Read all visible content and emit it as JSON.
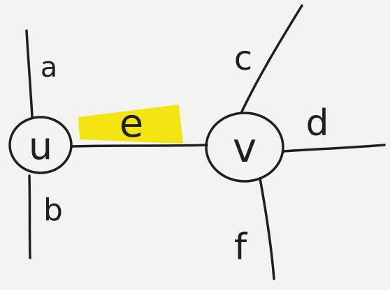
{
  "diagram": {
    "vertices": [
      {
        "id": "u",
        "label": "u"
      },
      {
        "id": "v",
        "label": "v"
      }
    ],
    "edges": [
      {
        "id": "e",
        "label": "e",
        "between": [
          "u",
          "v"
        ],
        "highlighted": true
      },
      {
        "id": "a",
        "label": "a",
        "attached_to": "u"
      },
      {
        "id": "b",
        "label": "b",
        "attached_to": "u"
      },
      {
        "id": "c",
        "label": "c",
        "attached_to": "v"
      },
      {
        "id": "d",
        "label": "d",
        "attached_to": "v"
      },
      {
        "id": "f",
        "label": "f",
        "attached_to": "v"
      }
    ],
    "colors": {
      "ink": "#1f1f1f",
      "highlight": "#f5e300",
      "paper": "#f3f3f1"
    }
  }
}
